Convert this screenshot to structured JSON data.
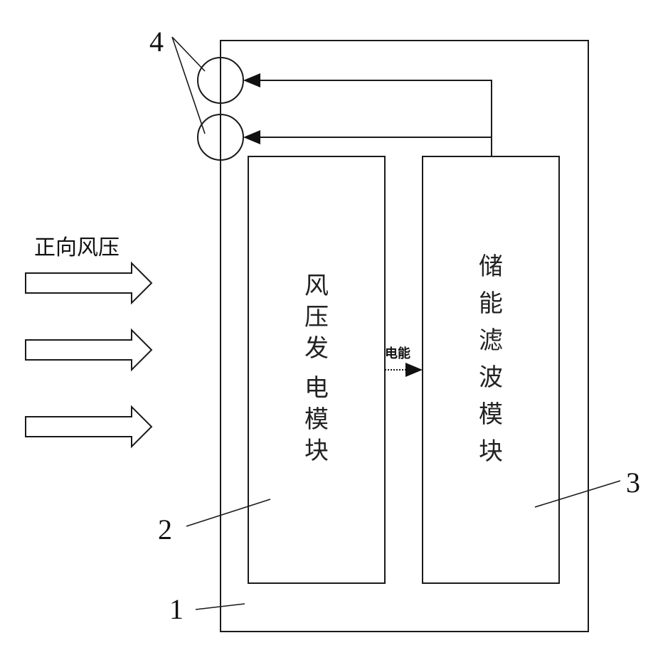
{
  "labels": {
    "wind_pressure_direction": "正向风压",
    "energy_flow": "电能",
    "module_generator_chars": [
      "风",
      "压",
      "发",
      "电",
      "模",
      "块"
    ],
    "module_storage_chars": [
      "储",
      "能",
      "滤",
      "波",
      "模",
      "块"
    ],
    "ref_housing": "1",
    "ref_generator": "2",
    "ref_storage": "3",
    "ref_indicators": "4"
  },
  "colors": {
    "line": "#1a1a1a",
    "background": "#ffffff"
  }
}
